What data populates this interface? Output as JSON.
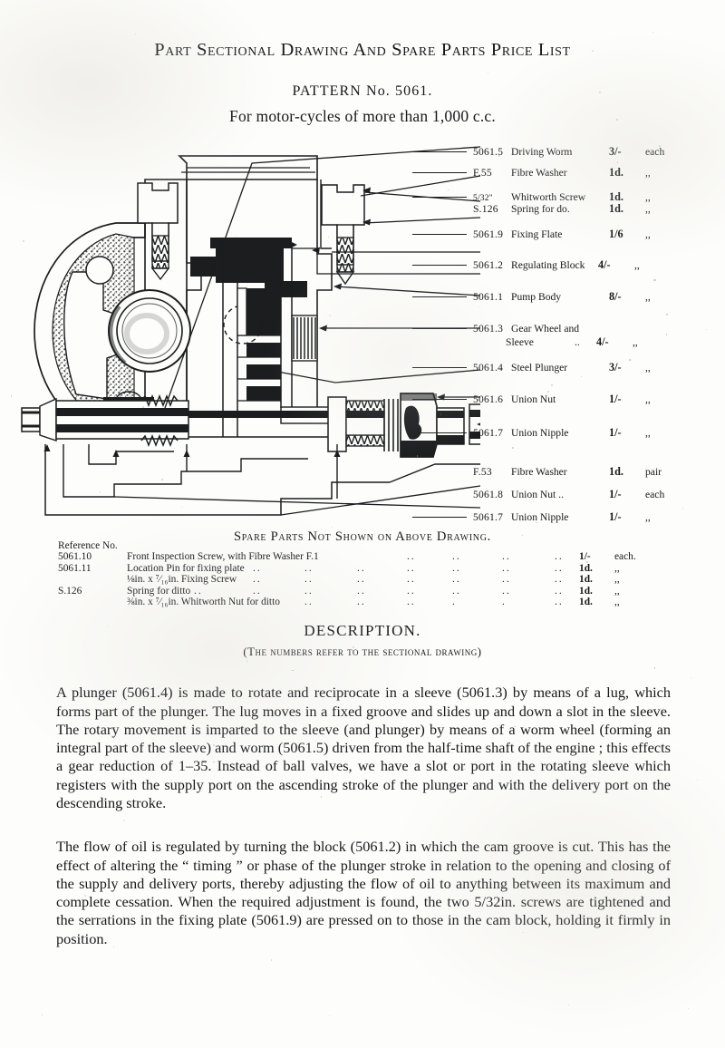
{
  "header": {
    "title": "Part Sectional Drawing and Spare Parts Price List",
    "pattern": "PATTERN No. 5061.",
    "subtitle": "For motor-cycles of more than 1,000 c.c."
  },
  "callouts": [
    {
      "ref": "5061.5",
      "name": "Driving Worm",
      "price": "3/-",
      "unit": "each"
    },
    {
      "ref": "F.55",
      "name": "Fibre Washer",
      "price": "1d.",
      "unit": ",,"
    },
    {
      "ref": "5/32\"",
      "name": "Whitworth Screw",
      "price": "1d.",
      "unit": ",,"
    },
    {
      "ref": "S.126",
      "name": "Spring for do.",
      "price": "1d.",
      "unit": ",,"
    },
    {
      "ref": "5061.9",
      "name": "Fixing Flate",
      "price": "1/6",
      "unit": ",,"
    },
    {
      "ref": "5061.2",
      "name": "Regulating Block",
      "price": "4/-",
      "unit": ",,"
    },
    {
      "ref": "5061.1",
      "name": "Pump Body",
      "price": "8/-",
      "unit": ",,"
    },
    {
      "ref": "5061.3",
      "name": "Gear Wheel and",
      "name2": "Sleeve",
      "dots": "..",
      "price": "4/-",
      "unit": ",,"
    },
    {
      "ref": "5061.4",
      "name": "Steel Plunger",
      "price": "3/-",
      "unit": ",,"
    },
    {
      "ref": "5061.6",
      "name": "Union Nut",
      "price": "1/-",
      "unit": ",,"
    },
    {
      "ref": "5061.7",
      "name": "Union Nipple",
      "price": "1/-",
      "unit": ",,"
    },
    {
      "ref": "F.53",
      "name": "Fibre Washer",
      "price": "1d.",
      "unit": "pair"
    },
    {
      "ref": "5061.8",
      "name": "Union Nut ..",
      "price": "1/-",
      "unit": "each"
    },
    {
      "ref": "5061.7",
      "name": "Union Nipple",
      "price": "1/-",
      "unit": ",,"
    }
  ],
  "not_shown": {
    "heading": "Spare Parts Not Shown on Above Drawing.",
    "ref_header": "Reference No.",
    "rows": [
      {
        "ref": "5061.10",
        "desc": "Front Inspection Screw, with Fibre Washer F.1",
        "price": "1/-",
        "unit": "each."
      },
      {
        "ref": "5061.11",
        "desc": "Location Pin for fixing plate",
        "price": "1d.",
        "unit": ",,"
      },
      {
        "ref": "",
        "desc": "⅛in. x ⁷⁄₁₆in. Fixing Screw",
        "price": "1d.",
        "unit": ",,"
      },
      {
        "ref": "S.126",
        "desc": "Spring for ditto",
        "price": "1d.",
        "unit": ",,"
      },
      {
        "ref": "",
        "desc": "⅜in. x ⁷⁄₁₆in. Whitworth Nut for ditto",
        "price": "1d.",
        "unit": ",,"
      }
    ]
  },
  "description": {
    "title": "DESCRIPTION.",
    "subtitle": "(The numbers refer to the sectional drawing)",
    "para1": "A plunger (5061.4) is made to rotate and reciprocate in a sleeve (5061.3) by means of a lug, which forms part of the plunger. The lug moves in a fixed groove and slides up and down a slot in the sleeve.  The rotary movement is imparted to the sleeve (and plunger) by means of a worm wheel (forming an integral part of the sleeve) and worm (5061.5) driven from the half-time shaft of the engine ; this effects a gear reduction of 1–35.  Instead of ball valves, we have a slot or port in the rotating sleeve which registers with the supply port on the ascending stroke of the plunger and with the delivery port on the descending stroke.",
    "para2": "The flow of oil is regulated by turning the block (5061.2) in which the cam groove is cut.  This has the effect of altering the “ timing ” or phase of the plunger stroke in relation to the opening and closing of the supply and delivery ports, thereby adjusting the flow of oil to anything between its maximum and complete cessation.  When the required adjustment is found, the two 5/32in. screws are tightened and the serrations in the fixing plate (5061.9) are pressed on to those in the cam block, holding it firmly in position."
  },
  "drawing": {
    "label": "sectional-drawing-of-oil-pump",
    "ink_color": "#1b1d1f"
  }
}
